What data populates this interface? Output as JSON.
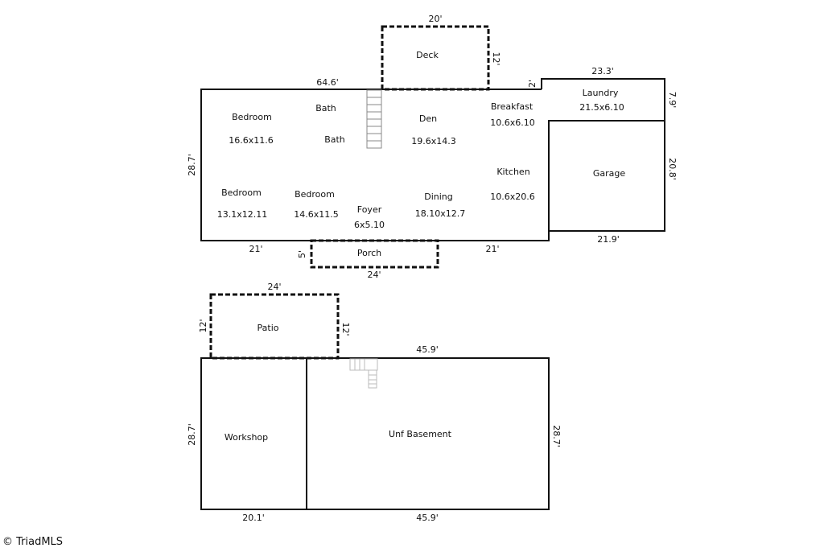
{
  "upper_floor": {
    "rooms": [
      {
        "id": "deck",
        "name": "Deck"
      },
      {
        "id": "laundry",
        "name": "Laundry",
        "size": "21.5x6.10"
      },
      {
        "id": "bedroom1",
        "name": "Bedroom",
        "size": "16.6x11.6"
      },
      {
        "id": "bath1",
        "name": "Bath"
      },
      {
        "id": "bath2",
        "name": "Bath"
      },
      {
        "id": "den",
        "name": "Den",
        "size": "19.6x14.3"
      },
      {
        "id": "breakfast",
        "name": "Breakfast",
        "size": "10.6x6.10"
      },
      {
        "id": "kitchen",
        "name": "Kitchen",
        "size": "10.6x20.6"
      },
      {
        "id": "garage",
        "name": "Garage"
      },
      {
        "id": "bedroom2",
        "name": "Bedroom",
        "size": "13.1x12.11"
      },
      {
        "id": "bedroom3",
        "name": "Bedroom",
        "size": "14.6x11.5"
      },
      {
        "id": "foyer",
        "name": "Foyer",
        "size": "6x5.10"
      },
      {
        "id": "dining",
        "name": "Dining",
        "size": "18.10x12.7"
      },
      {
        "id": "porch",
        "name": "Porch"
      }
    ],
    "dimensions": {
      "deck_width": "20'",
      "deck_depth": "12'",
      "house_width": "64.6'",
      "step_offset": "2'",
      "laundry_width": "23.3'",
      "laundry_depth": "7.9'",
      "house_depth": "28.7'",
      "garage_depth": "20.8'",
      "garage_width": "21.9'",
      "front_left": "21'",
      "front_right": "21'",
      "porch_depth": "5'",
      "porch_width": "24'"
    }
  },
  "lower_floor": {
    "rooms": [
      {
        "id": "patio",
        "name": "Patio"
      },
      {
        "id": "workshop",
        "name": "Workshop"
      },
      {
        "id": "basement",
        "name": "Unf Basement"
      }
    ],
    "dimensions": {
      "patio_width": "24'",
      "patio_depth_left": "12'",
      "patio_depth_right": "12'",
      "basement_top_width": "45.9'",
      "depth_left": "28.7'",
      "depth_right": "28.7'",
      "workshop_width": "20.1'",
      "basement_bottom_width": "45.9'"
    }
  },
  "watermark": "© TriadMLS"
}
